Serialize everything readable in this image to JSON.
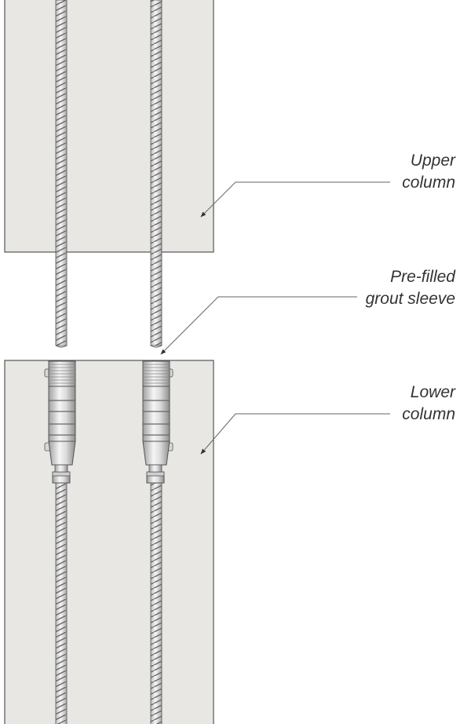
{
  "labels": {
    "upper_column": [
      "Upper",
      "column"
    ],
    "grout_sleeve": [
      "Pre-filled",
      "grout sleeve"
    ],
    "lower_column": [
      "Lower",
      "column"
    ]
  },
  "colors": {
    "concrete_fill": "#e8e7e3",
    "outline": "#555555",
    "rebar": "#e6e6e6",
    "rebar_rib": "#666666",
    "sleeve_light": "#f4f4f4",
    "sleeve_shade": "#a9a9a9",
    "leader_line": "#666666"
  }
}
